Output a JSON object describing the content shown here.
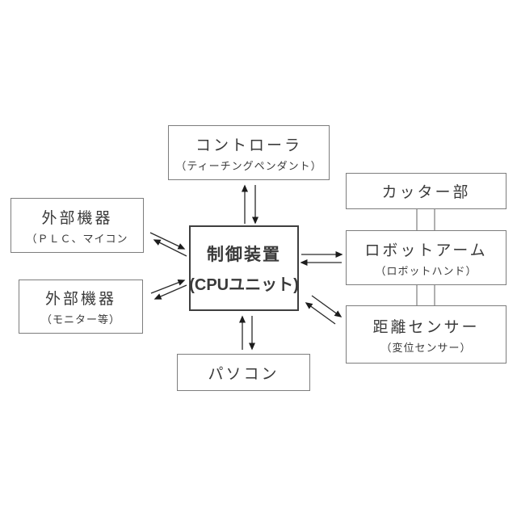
{
  "diagram": {
    "title": "robot-control-system-block-diagram",
    "colors": {
      "background": "#ffffff",
      "box_border": "#7d7d7d",
      "control_box_border": "#3f3f3f",
      "text": "#3a3a3a",
      "arrow": "#2a2a2a"
    },
    "nodes": [
      {
        "id": "controller",
        "title": "コントローラ",
        "subtitle": "（ティーチングペンダント）"
      },
      {
        "id": "cutter",
        "title": "カッター部",
        "subtitle": ""
      },
      {
        "id": "external-plc",
        "title": "外部機器",
        "subtitle": "（ＰＬＣ、マイコン"
      },
      {
        "id": "control-unit",
        "title": "制御装置",
        "subtitle": "(CPUユニット)"
      },
      {
        "id": "robot-arm",
        "title": "ロボットアーム",
        "subtitle": "（ロボットハンド）"
      },
      {
        "id": "external-monitor",
        "title": "外部機器",
        "subtitle": "（モニター等）"
      },
      {
        "id": "distance-sensor",
        "title": "距離センサー",
        "subtitle": "（変位センサー）"
      },
      {
        "id": "pc",
        "title": "パソコン",
        "subtitle": ""
      }
    ],
    "edges": [
      {
        "a": "control-unit",
        "b": "controller",
        "type": "bidirectional-arrow-pair"
      },
      {
        "a": "control-unit",
        "b": "external-plc",
        "type": "bidirectional-arrow-pair"
      },
      {
        "a": "control-unit",
        "b": "external-monitor",
        "type": "bidirectional-arrow-pair"
      },
      {
        "a": "control-unit",
        "b": "robot-arm",
        "type": "bidirectional-arrow-pair"
      },
      {
        "a": "control-unit",
        "b": "distance-sensor",
        "type": "bidirectional-arrow-pair"
      },
      {
        "a": "control-unit",
        "b": "pc",
        "type": "bidirectional-arrow-pair"
      },
      {
        "a": "cutter",
        "b": "robot-arm",
        "type": "plain-double-line"
      },
      {
        "a": "robot-arm",
        "b": "distance-sensor",
        "type": "plain-double-line"
      }
    ]
  }
}
